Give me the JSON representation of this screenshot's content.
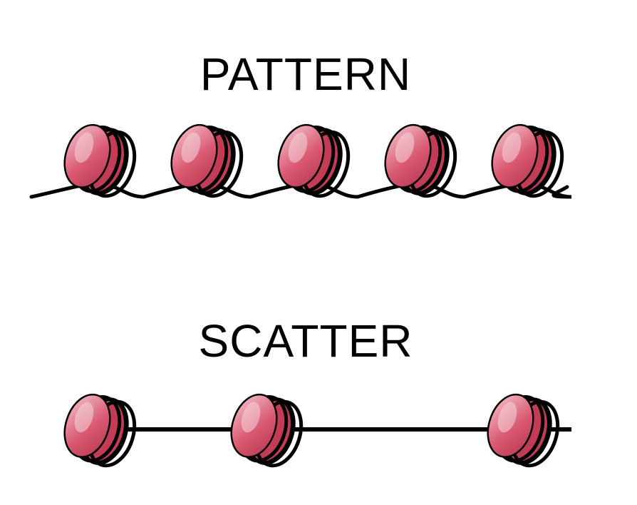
{
  "diagram": {
    "pattern_title": "PATTERN",
    "scatter_title": "SCATTER",
    "colors": {
      "nucleosome_fill": "#d64a63",
      "nucleosome_highlight": "#f2c3cd",
      "nucleosome_shadow": "#a82a44",
      "dna": "#000000"
    },
    "pattern_nucleosome_count": 5,
    "scatter_nucleosome_count": 3
  }
}
